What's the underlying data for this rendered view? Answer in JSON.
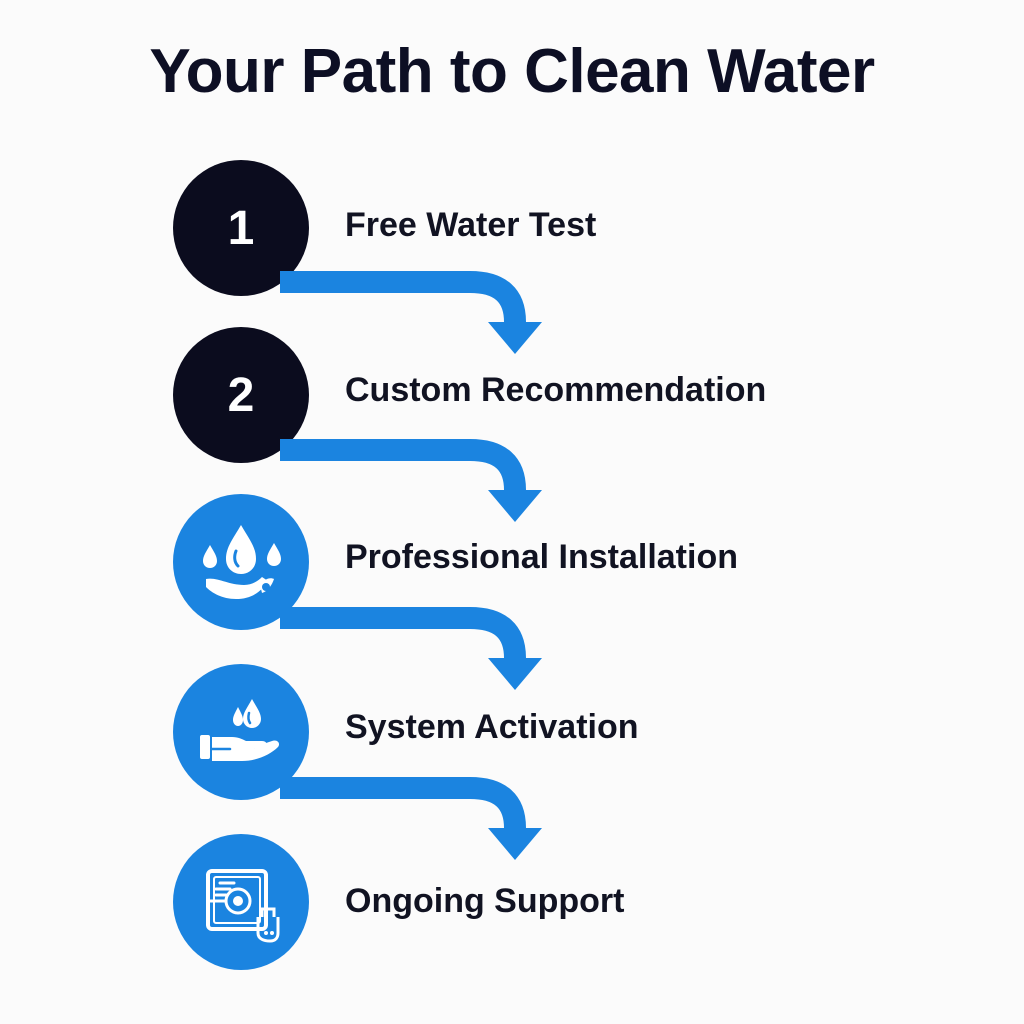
{
  "title": "Your Path to Clean Water",
  "colors": {
    "title": "#0d0f24",
    "number_badge": "#0b0c1e",
    "icon_badge": "#1b84e0",
    "arrow": "#1b84e0",
    "background": "#fbfbfb"
  },
  "steps": [
    {
      "badge_type": "number",
      "number": "1",
      "label": "Free Water Test"
    },
    {
      "badge_type": "number",
      "number": "2",
      "label": "Custom Recommendation"
    },
    {
      "badge_type": "icon",
      "icon": "water-drops-hand-icon",
      "label": "Professional Installation"
    },
    {
      "badge_type": "icon",
      "icon": "hand-water-drop-icon",
      "label": "System Activation"
    },
    {
      "badge_type": "icon",
      "icon": "support-device-icon",
      "label": "Ongoing Support"
    }
  ]
}
